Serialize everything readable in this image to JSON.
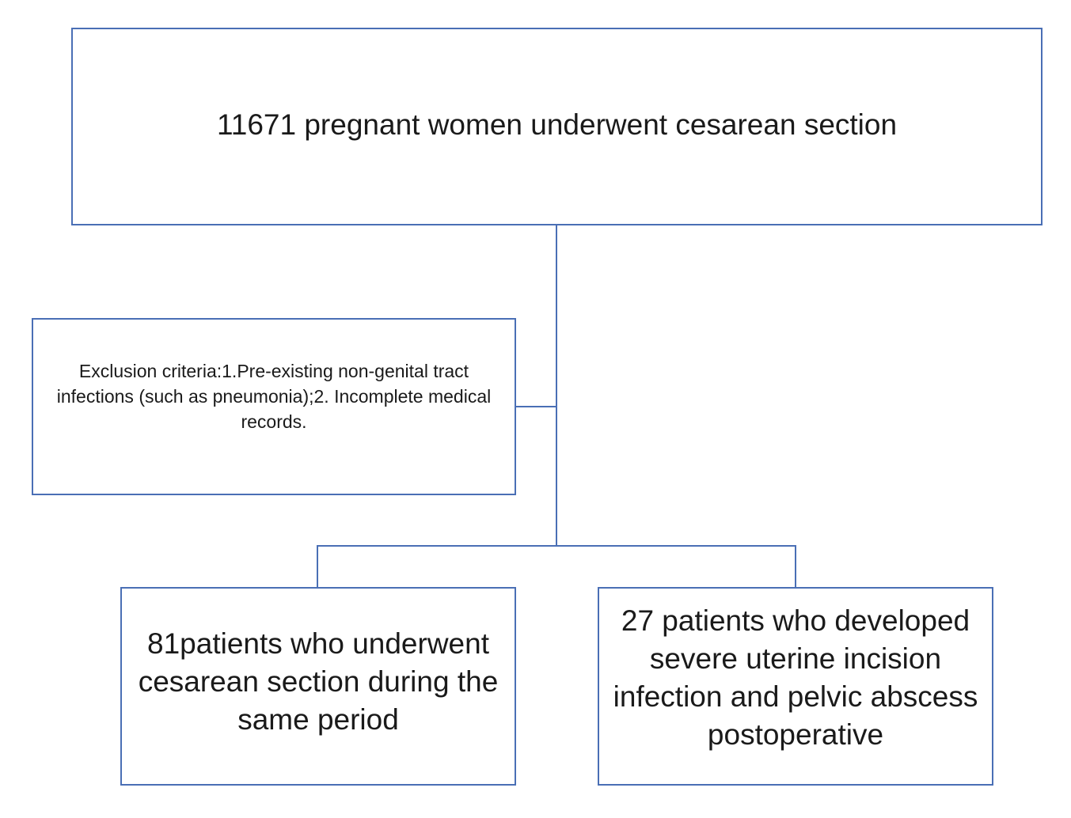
{
  "flowchart": {
    "top_box": "11671 pregnant women underwent cesarean section",
    "exclusion_box": "Exclusion criteria:1.Pre-existing non-genital tract infections (such as pneumonia);2. Incomplete medical records.",
    "left_box": "81patients who underwent cesarean section during the same period",
    "right_box": "27 patients who developed severe uterine incision infection and pelvic abscess postoperative"
  },
  "colors": {
    "border": "#4a6fb5",
    "text": "#1a1a1a",
    "background": "#ffffff"
  }
}
